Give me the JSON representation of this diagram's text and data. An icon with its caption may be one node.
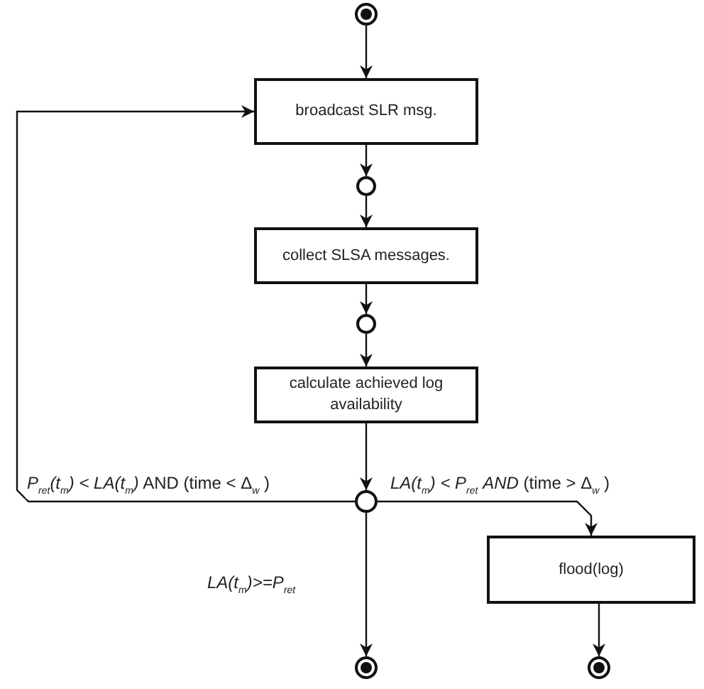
{
  "diagram": {
    "nodes": [
      {
        "text": [],
        "shape": "circle"
      },
      {
        "text": [
          "broadcast SLR msg."
        ]
      },
      {
        "text": [],
        "shape": "circle"
      },
      {
        "text": [
          "collect SLSA messages."
        ]
      },
      {
        "text": [],
        "shape": "circle"
      },
      {
        "text": [
          "calculate achieved log availability"
        ]
      },
      {
        "text": [],
        "shape": "circle"
      },
      {
        "text": [
          "flood(log)"
        ]
      },
      {
        "text": [],
        "shape": "circle"
      },
      {
        "text": [],
        "shape": "circle"
      }
    ],
    "edges": [
      {
        "from": 0,
        "to": 1,
        "arrow": "to"
      },
      {
        "from": 1,
        "to": 2,
        "arrow": "to"
      },
      {
        "from": 2,
        "to": 3,
        "arrow": "to"
      },
      {
        "from": 3,
        "to": 4,
        "arrow": "to"
      },
      {
        "from": 4,
        "to": 5,
        "arrow": "to"
      },
      {
        "from": 5,
        "to": 6,
        "arrow": "to"
      },
      {
        "from": 6,
        "to": 1,
        "arrow": "to",
        "label": "*P*$_{ret}$*(t*$_{m}$*) < LA(t*$_{m}$*)* AND (time < Δ$_{w}$ )"
      },
      {
        "from": 6,
        "to": 7,
        "arrow": "to",
        "label": "*LA(t*$_{m}$*) < P*$_{ret}$ *AND* (time > Δ$_{w}$ )"
      },
      {
        "from": 6,
        "to": 8,
        "arrow": "to",
        "label": "*LA(t*$_{m}$*)>=P*$_{ret}$"
      },
      {
        "from": 7,
        "to": 9,
        "arrow": "to"
      }
    ]
  }
}
